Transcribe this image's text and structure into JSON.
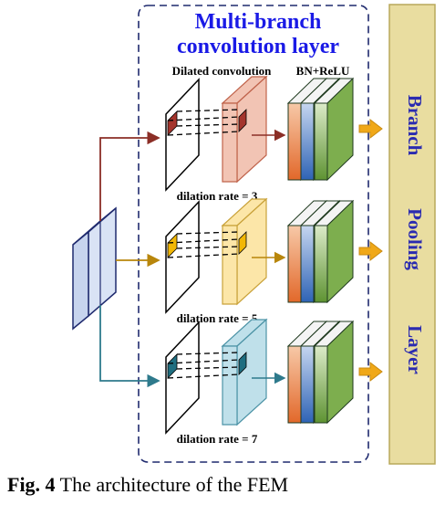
{
  "module_title": [
    "Multi-branch",
    "convolution layer"
  ],
  "labels": {
    "dilated_convolution": "Dilated convolution",
    "bn_relu": "BN+ReLU"
  },
  "branches": [
    {
      "dilation_label": "dilation rate = 3",
      "color": "#8B2E26",
      "kernel_color": "#A4342C",
      "feature_fill": "#F2C4B4",
      "feature_stroke": "#C0634B"
    },
    {
      "dilation_label": "dilation rate = 5",
      "color": "#B8860B",
      "kernel_color": "#F2B705",
      "feature_fill": "#FCE6A8",
      "feature_stroke": "#C9A23A"
    },
    {
      "dilation_label": "dilation rate = 7",
      "color": "#2E7A8C",
      "kernel_color": "#1F6E80",
      "feature_fill": "#BFE0EA",
      "feature_stroke": "#4C93A6"
    }
  ],
  "pooling_text": [
    "Branch",
    "Pooling",
    "Layer"
  ],
  "caption": {
    "prefix": "Fig. 4",
    "text": " The architecture of the FEM"
  },
  "colors": {
    "title": "#1A1AE6",
    "input_fill": "#D9E3F5",
    "input_stroke": "#1F2A6E",
    "dashed_border": "#1F2A6E",
    "pool_fill": "#E9DDA0",
    "pool_stroke": "#B8A85A",
    "pool_text": "#2B2BB0",
    "arrow_yellow": "#F0A818",
    "bn_orange": "#E87B3A",
    "bn_blue": "#2E63B5",
    "bn_green": "#6FA042"
  }
}
